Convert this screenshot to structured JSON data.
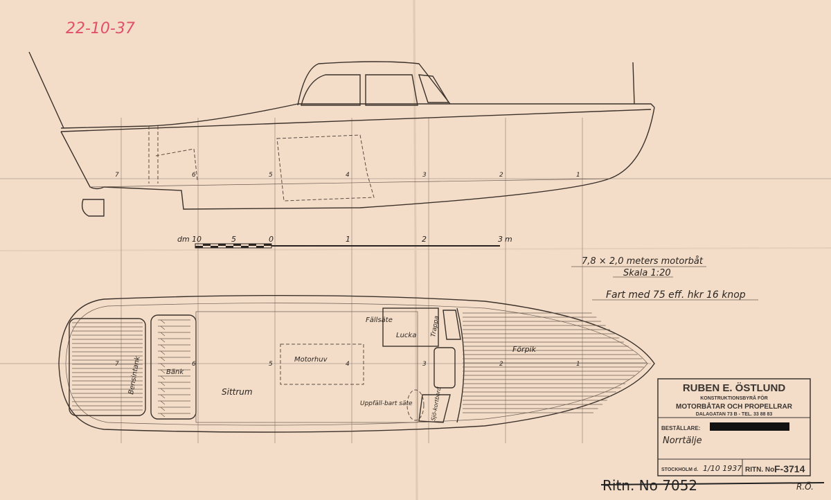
{
  "date_mark": "22-10-37",
  "date_mark_color": "#e0506a",
  "stations": [
    "7",
    "6",
    "5",
    "4",
    "3",
    "2",
    "1"
  ],
  "scale_bar": {
    "unit_left": "dm",
    "labels": [
      "10",
      "5",
      "0",
      "1",
      "2",
      "3"
    ],
    "unit_right": "m"
  },
  "title": "7,8 × 2,0 meters motorbåt",
  "scale": "Skala 1:20",
  "speed": "Fart med 75 eff. hkr 16 knop",
  "plan_labels": {
    "fuel_tank": "Bensintank",
    "bench": "Bänk",
    "cockpit": "Sittrum",
    "engine_cover": "Motorhuv",
    "folding_seat": "Fällsäte",
    "hatch": "Lucka",
    "stairs": "Trappa",
    "forepeak": "Förpik",
    "fold_up_seat": "Uppfäll-bart säte",
    "chart_table": "Sjö-kortbord"
  },
  "stamp": {
    "company": "RUBEN E. ÖSTLUND",
    "line1": "KONSTRUKTIONSBYRÅ FÖR",
    "line2": "MOTORBÅTAR OCH PROPELLRAR",
    "address": "DALAGATAN 73 B  -  TEL. 33 88 83",
    "client_label": "BESTÄLLARE:",
    "client_location": "Norrtälje",
    "place_label": "STOCKHOLM d.",
    "date": "1/10 1937",
    "drawing_no_label": "RITN. No",
    "drawing_no": "F-3714"
  },
  "old_number": "Ritn. No 7052",
  "initials": "R.Ö."
}
